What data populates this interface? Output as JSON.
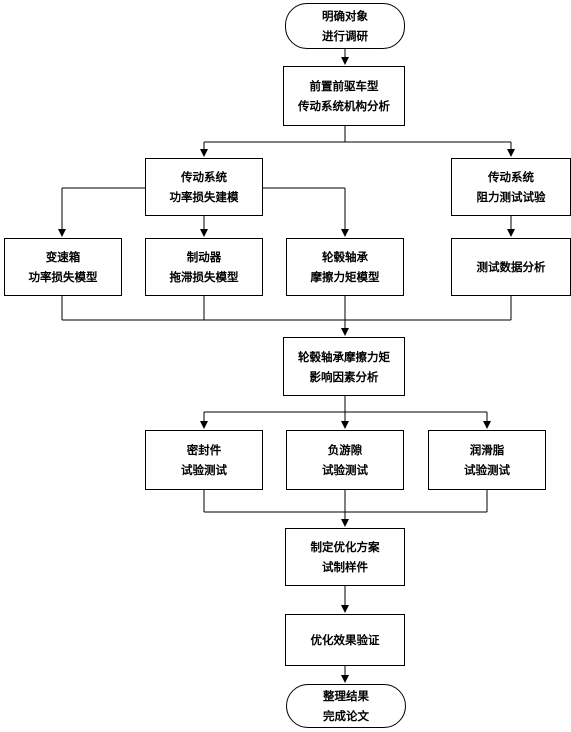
{
  "nodes": {
    "start": {
      "line1": "明确对象",
      "line2": "进行调研"
    },
    "mechanism": {
      "line1": "前置前驱车型",
      "line2": "传动系统机构分析"
    },
    "loss_model": {
      "line1": "传动系统",
      "line2": "功率损失建模"
    },
    "resistance_test": {
      "line1": "传动系统",
      "line2": "阻力测试试验"
    },
    "gearbox": {
      "line1": "变速箱",
      "line2": "功率损失模型"
    },
    "brake": {
      "line1": "制动器",
      "line2": "拖滞损失模型"
    },
    "hub_bearing": {
      "line1": "轮毂轴承",
      "line2": "摩擦力矩模型"
    },
    "data_analysis": {
      "line1": "测试数据分析"
    },
    "factor_analysis": {
      "line1": "轮毂轴承摩擦力矩",
      "line2": "影响因素分析"
    },
    "seal_test": {
      "line1": "密封件",
      "line2": "试验测试"
    },
    "clearance_test": {
      "line1": "负游隙",
      "line2": "试验测试"
    },
    "grease_test": {
      "line1": "润滑脂",
      "line2": "试验测试"
    },
    "optimize": {
      "line1": "制定优化方案",
      "line2": "试制样件"
    },
    "verify": {
      "line1": "优化效果验证"
    },
    "end": {
      "line1": "整理结果",
      "line2": "完成论文"
    }
  }
}
